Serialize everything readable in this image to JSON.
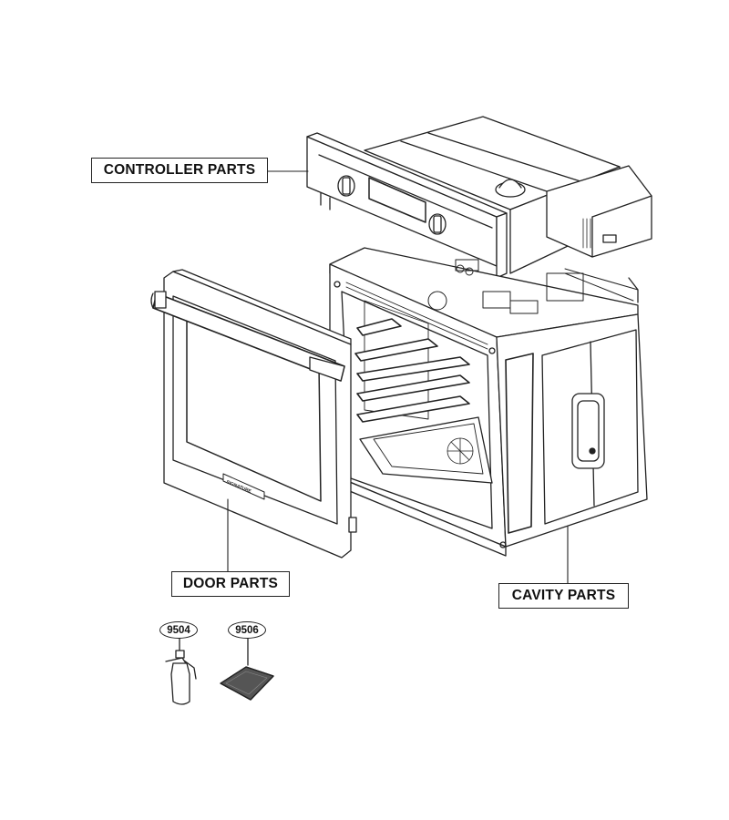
{
  "labels": {
    "controller": "CONTROLLER PARTS",
    "door": "DOOR PARTS",
    "cavity": "CAVITY PARTS"
  },
  "callouts": {
    "spray_bottle": "9504",
    "mat": "9506"
  },
  "door_badge": "SIGNATURE",
  "colors": {
    "line": "#222222",
    "background": "#ffffff",
    "mat_fill": "#555555"
  }
}
